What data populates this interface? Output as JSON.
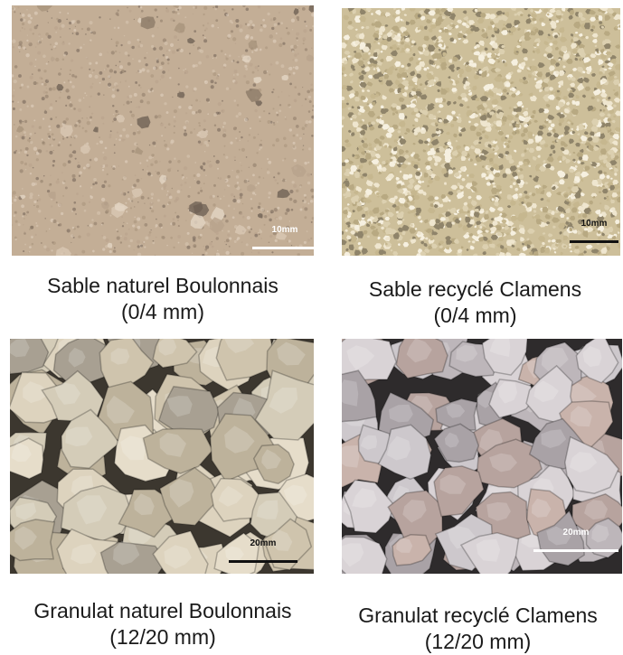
{
  "panels": [
    {
      "caption_line1": "Sable naturel Boulonnais",
      "caption_line2": "(0/4 mm)",
      "scale_label": "10mm",
      "scale_color": "#ffffff",
      "base_color": "#c3ae96",
      "grain_colors": [
        "#a8937c",
        "#d9c8b4",
        "#8c7a68",
        "#b8a38c",
        "#e4d6c4",
        "#6f6155"
      ],
      "kind": "fine-sand"
    },
    {
      "caption_line1": "Sable recyclé Clamens",
      "caption_line2": "(0/4 mm)",
      "scale_label": "10mm",
      "scale_color": "#111111",
      "base_color": "#cdbf9a",
      "grain_colors": [
        "#efe6cf",
        "#dcd0b0",
        "#b8a982",
        "#f6f0e0",
        "#8f846a",
        "#c6b78f"
      ],
      "kind": "coarse-sand"
    },
    {
      "caption_line1": "Granulat naturel Boulonnais",
      "caption_line2": "(12/20 mm)",
      "scale_label": "20mm",
      "scale_color": "#111111",
      "base_color": "#3c372f",
      "grain_colors": [
        "#ddd3be",
        "#cfc4ad",
        "#e6ddca",
        "#bdb29b",
        "#d4ccb8",
        "#a8a092"
      ],
      "kind": "gravel"
    },
    {
      "caption_line1": "Granulat recyclé Clamens",
      "caption_line2": "(12/20 mm)",
      "scale_label": "20mm",
      "scale_color": "#ffffff",
      "base_color": "#2e2b2c",
      "grain_colors": [
        "#cdc8cc",
        "#bdb6ba",
        "#d9d3d6",
        "#b7a39e",
        "#c9b3ab",
        "#a9a2a6"
      ],
      "kind": "gravel"
    }
  ]
}
